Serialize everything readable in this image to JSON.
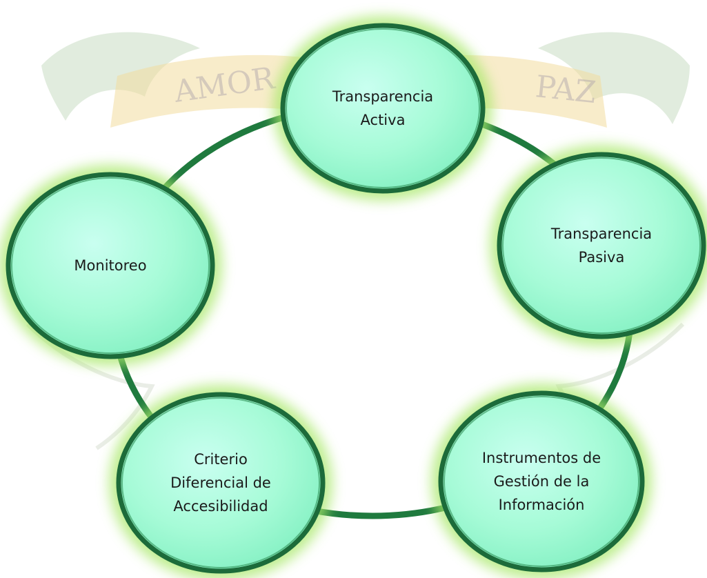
{
  "watermark": {
    "left_word": "AMOR",
    "right_word": "PAZ"
  },
  "cycle_nodes": [
    {
      "lines": [
        "Transparencia",
        "Activa"
      ]
    },
    {
      "lines": [
        "Transparencia",
        "Pasiva"
      ]
    },
    {
      "lines": [
        "Instrumentos de",
        "Gestión de la",
        "Información"
      ]
    },
    {
      "lines": [
        "Criterio",
        "Diferencial de",
        "Accesibilidad"
      ]
    },
    {
      "lines": [
        "Monitoreo"
      ]
    }
  ],
  "colors": {
    "ring": "#1f7a3e",
    "node_fill_light": "#b8ffe0",
    "node_fill_dark": "#7cf2c0",
    "node_border": "#1c6b3a",
    "glow": "#a9e86a",
    "watermark_green": "#c7dcc0",
    "watermark_gold": "#f3dc9e"
  }
}
